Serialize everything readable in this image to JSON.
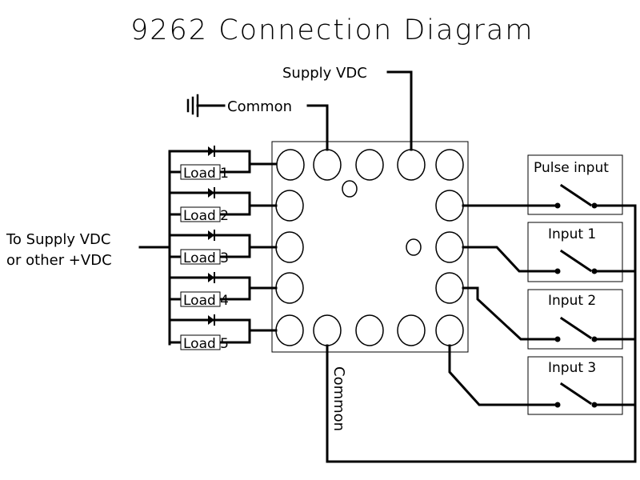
{
  "title": "9262 Connection Diagram",
  "labels": {
    "supply_vdc": "Supply VDC",
    "common_top": "Common",
    "common_bottom": "Common",
    "to_supply_line1": "To Supply VDC",
    "to_supply_line2": "or other +VDC"
  },
  "loads": [
    {
      "label": "Load 1"
    },
    {
      "label": "Load 2"
    },
    {
      "label": "Load 3"
    },
    {
      "label": "Load 4"
    },
    {
      "label": "Load 5"
    }
  ],
  "inputs": [
    {
      "label": "Pulse input"
    },
    {
      "label": "Input 1"
    },
    {
      "label": "Input 2"
    },
    {
      "label": "Input 3"
    }
  ],
  "icons": {
    "ground": "ground-symbol",
    "diode": "diode-symbol",
    "switch": "switch-symbol"
  }
}
